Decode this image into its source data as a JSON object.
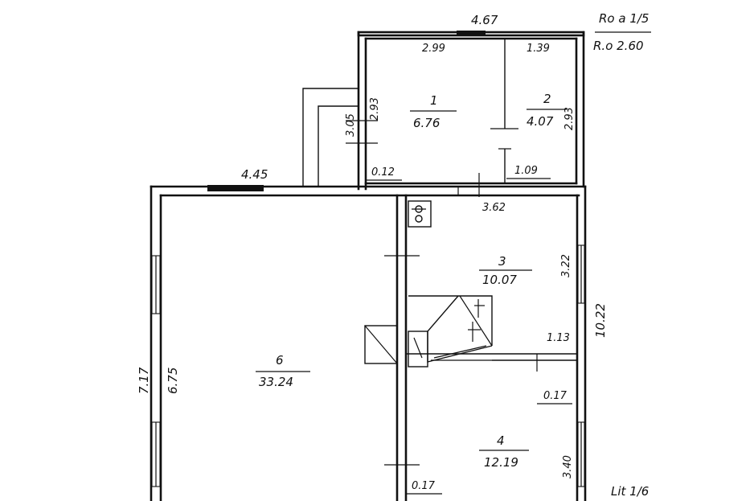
{
  "plan": {
    "stamp": {
      "top": "Ro a 1/5",
      "bottom": "R.o 2.60"
    },
    "dims": {
      "top_window": "4.67",
      "r1_top": "2.99",
      "r2_top": "1.39",
      "r1_left": "2.93",
      "r2_right": "2.93",
      "porch_left": "3.05",
      "porch_bottom": "0.12",
      "r2_bottom": "1.09",
      "left_top": "4.45",
      "kitchen_top": "3.62",
      "kitchen_right": "3.22",
      "house_right": "10.22",
      "hall_small": "1.13",
      "outer_left": "7.17",
      "inner_left": "6.75",
      "r4_top": "0.17",
      "r4_right": "3.40",
      "r6_bottom": "0.17"
    },
    "rooms": [
      {
        "id": "1",
        "area": "6.76"
      },
      {
        "id": "2",
        "area": "4.07"
      },
      {
        "id": "3",
        "area": "10.07"
      },
      {
        "id": "4",
        "area": "12.19"
      },
      {
        "id": "6",
        "area": "33.24"
      }
    ],
    "corner_mark": "Lit 1/6"
  }
}
